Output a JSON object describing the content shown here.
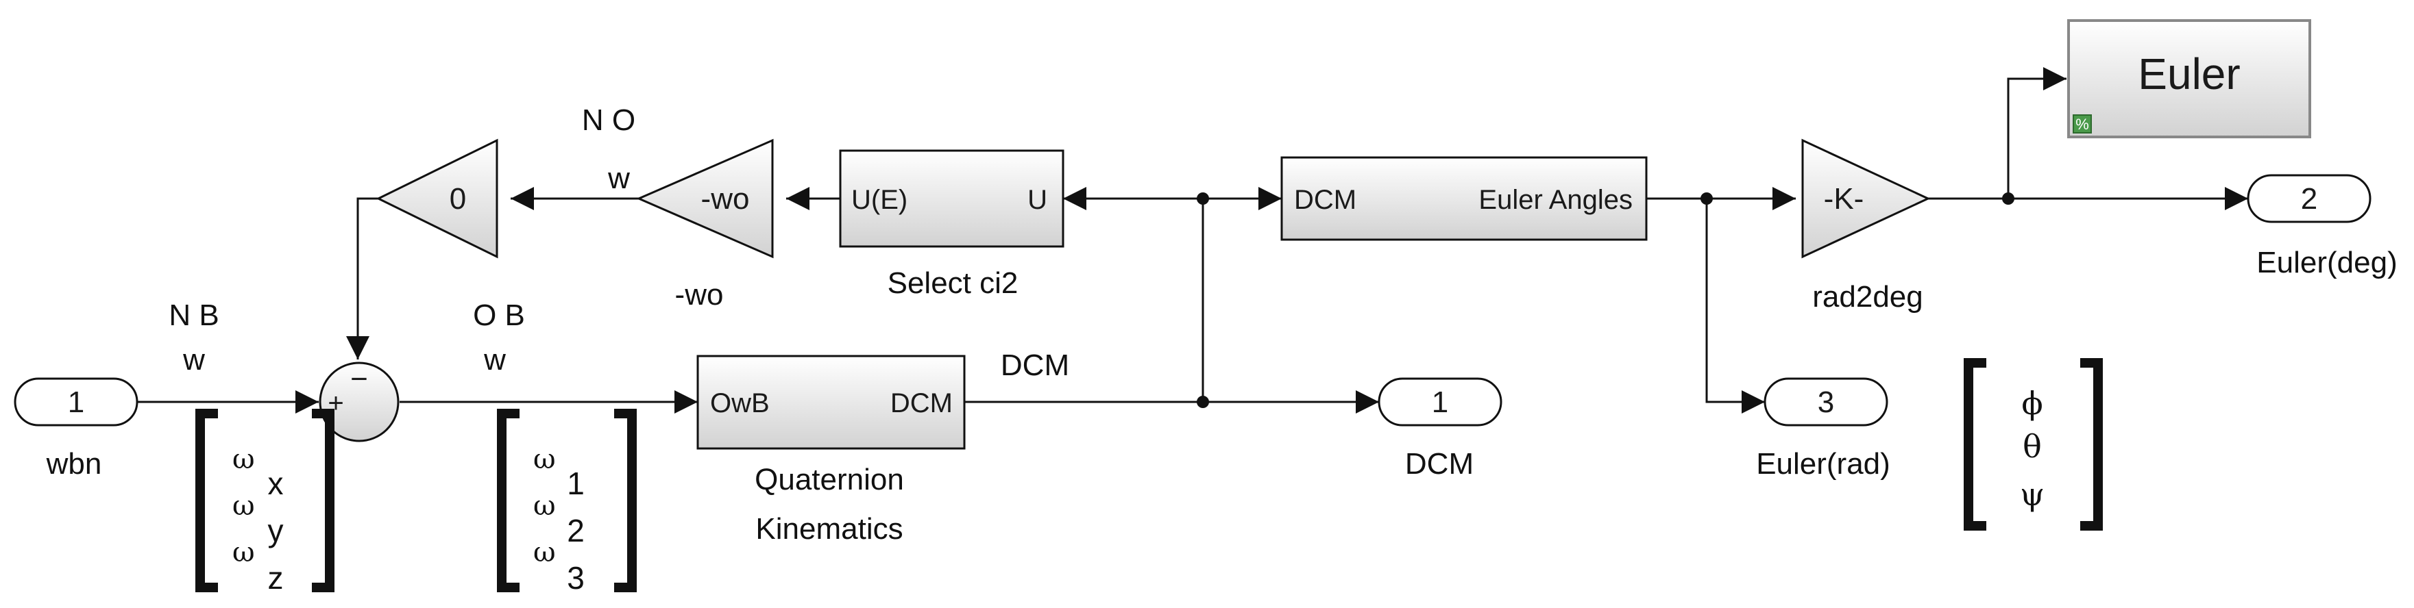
{
  "colors": {
    "line": "#111111",
    "block_fill_top": "#ffffff",
    "block_fill_bottom": "#d2d2d2",
    "badge": "#4a9a4a"
  },
  "inports": {
    "wbn": {
      "number": "1",
      "label": "wbn"
    }
  },
  "outports": {
    "euler_deg": {
      "number": "2",
      "label": "Euler(deg)"
    },
    "dcm": {
      "number": "1",
      "label": "DCM"
    },
    "euler_rad": {
      "number": "3",
      "label": "Euler(rad)"
    }
  },
  "blocks": {
    "gain_zero": {
      "value": "0"
    },
    "gain_wo": {
      "value": "-wo",
      "label": "-wo"
    },
    "select_ci2": {
      "in": "U(E)",
      "out": "U",
      "label": "Select ci2"
    },
    "quat_kin": {
      "in": "OwB",
      "out": "DCM",
      "label_line1": "Quaternion",
      "label_line2": "Kinematics"
    },
    "dcm2euler": {
      "in": "DCM",
      "out": "Euler Angles"
    },
    "rad2deg": {
      "value": "-K-",
      "label": "rad2deg"
    },
    "euler_display": {
      "title": "Euler",
      "badge": "%"
    },
    "sum": {
      "plus": "+",
      "minus": "−"
    }
  },
  "signal_labels": {
    "dcm": "DCM",
    "wbn_sup": "N B",
    "wbn_w": "w",
    "wob_sup": "O B",
    "wob_w": "w",
    "wno_sup": "N O",
    "wno_w": "w"
  },
  "vectors": {
    "omega_xyz": {
      "symbol": "ω",
      "subs": [
        "x",
        "y",
        "z"
      ]
    },
    "omega_123": {
      "symbol": "ω",
      "subs": [
        "1",
        "2",
        "3"
      ]
    },
    "euler_angles": [
      "ϕ",
      "θ",
      "ψ"
    ]
  }
}
